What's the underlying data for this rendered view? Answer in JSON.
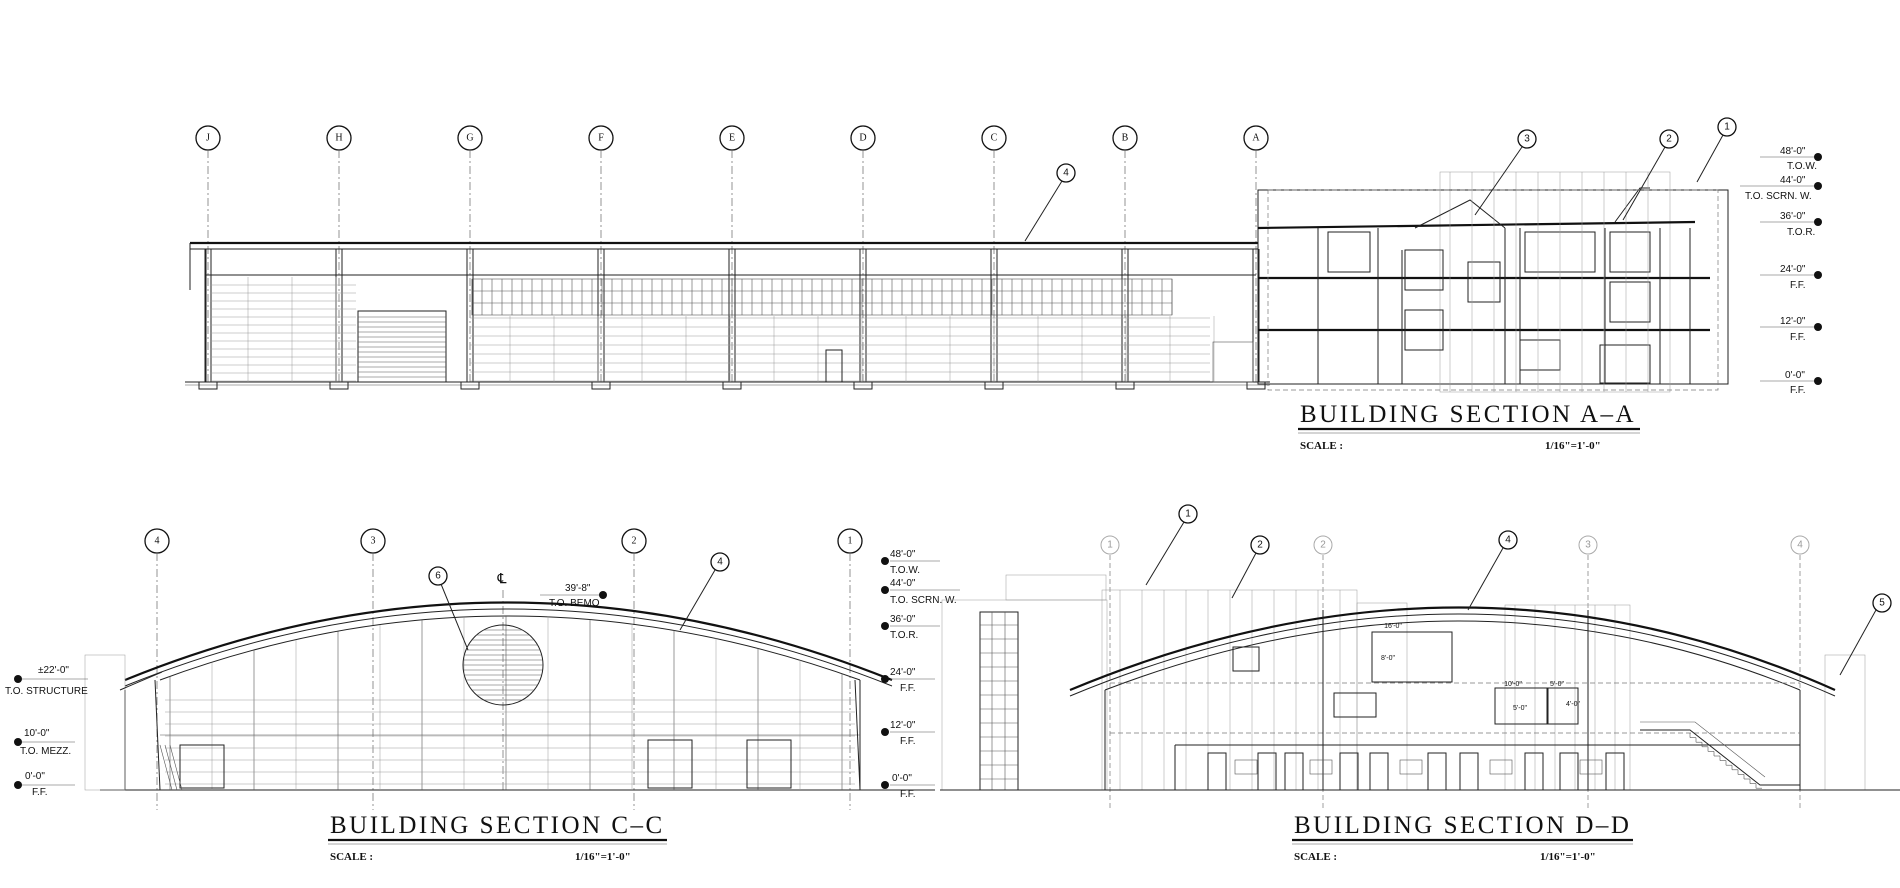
{
  "sections": {
    "aa": {
      "title": "BUILDING SECTION A–A",
      "scale_label": "SCALE :",
      "scale_value": "1/16\"=1'-0\"",
      "grid_lines": [
        "J",
        "H",
        "G",
        "F",
        "E",
        "D",
        "C",
        "B",
        "A"
      ],
      "callouts": [
        "4",
        "3",
        "2",
        "1"
      ],
      "levels": [
        {
          "elev": "48'-0\"",
          "name": "T.O.W."
        },
        {
          "elev": "44'-0\"",
          "name": "T.O. SCRN. W."
        },
        {
          "elev": "36'-0\"",
          "name": "T.O.R."
        },
        {
          "elev": "24'-0\"",
          "name": "F.F."
        },
        {
          "elev": "12'-0\"",
          "name": "F.F."
        },
        {
          "elev": "0'-0\"",
          "name": "F.F."
        }
      ]
    },
    "cc": {
      "title": "BUILDING SECTION C–C",
      "scale_label": "SCALE :",
      "scale_value": "1/16\"=1'-0\"",
      "grid_lines": [
        "4",
        "3",
        "2",
        "1"
      ],
      "callouts": [
        "6",
        "4"
      ],
      "centerline": "℄",
      "roof_level": {
        "elev": "39'-8\"",
        "name": "T.O. BEMO"
      },
      "left_levels": [
        {
          "elev": "±22'-0\"",
          "name": "T.O. STRUCTURE"
        },
        {
          "elev": "10'-0\"",
          "name": "T.O. MEZZ."
        },
        {
          "elev": "0'-0\"",
          "name": "F.F."
        }
      ],
      "right_levels": [
        {
          "elev": "48'-0\"",
          "name": "T.O.W."
        },
        {
          "elev": "44'-0\"",
          "name": "T.O. SCRN. W."
        },
        {
          "elev": "36'-0\"",
          "name": "T.O.R."
        },
        {
          "elev": "24'-0\"",
          "name": "F.F."
        },
        {
          "elev": "12'-0\"",
          "name": "F.F."
        },
        {
          "elev": "0'-0\"",
          "name": "F.F."
        }
      ]
    },
    "dd": {
      "title": "BUILDING SECTION D–D",
      "scale_label": "SCALE :",
      "scale_value": "1/16\"=1'-0\"",
      "grid_lines": [
        "1",
        "2",
        "3",
        "4"
      ],
      "callouts": [
        "1",
        "2",
        "4",
        "5"
      ],
      "dims": [
        "16'-0\"",
        "8'-0\"",
        "10'-0\"",
        "5'-0\"",
        "5'-0\"",
        "4'-0\""
      ]
    }
  }
}
